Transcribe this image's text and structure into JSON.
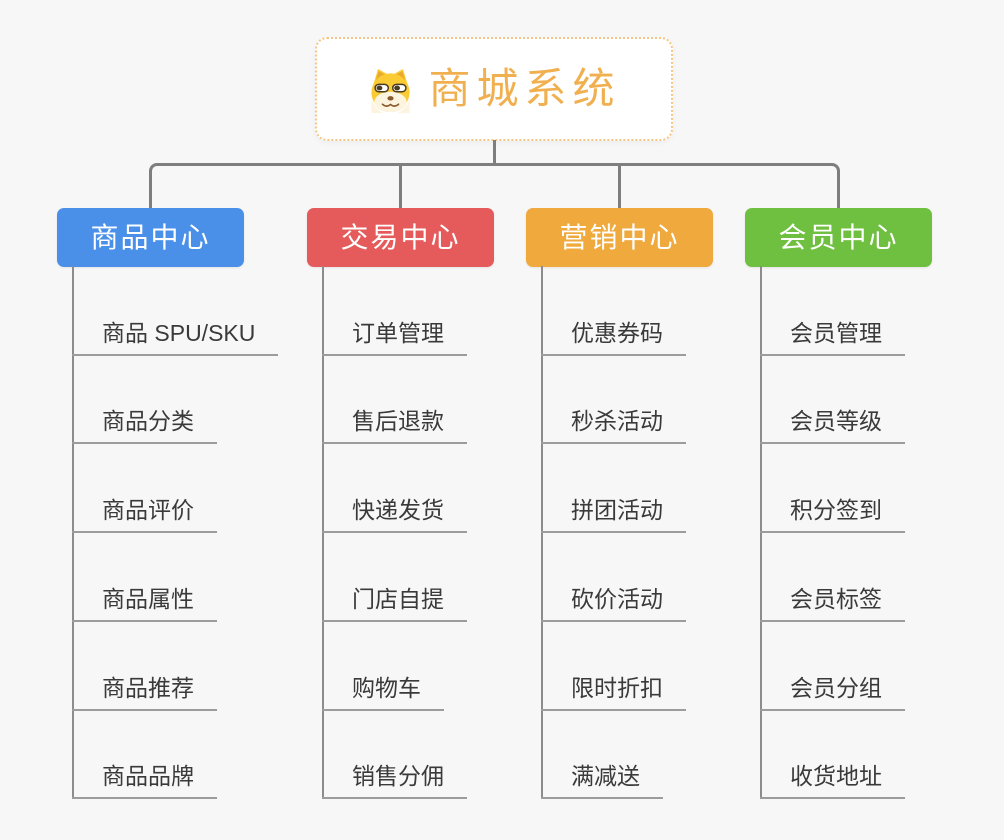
{
  "root": {
    "label": "商城系统",
    "icon": "doge-icon",
    "text_color": "#f0b050",
    "border_color": "#f6c583"
  },
  "branches": [
    {
      "label": "商品中心",
      "color": "#4a90e8",
      "children": [
        "商品 SPU/SKU",
        "商品分类",
        "商品评价",
        "商品属性",
        "商品推荐",
        "商品品牌"
      ]
    },
    {
      "label": "交易中心",
      "color": "#e55b5b",
      "children": [
        "订单管理",
        "售后退款",
        "快递发货",
        "门店自提",
        "购物车",
        "销售分佣"
      ]
    },
    {
      "label": "营销中心",
      "color": "#efa93c",
      "children": [
        "优惠券码",
        "秒杀活动",
        "拼团活动",
        "砍价活动",
        "限时折扣",
        "满减送"
      ]
    },
    {
      "label": "会员中心",
      "color": "#6fbf40",
      "children": [
        "会员管理",
        "会员等级",
        "积分签到",
        "会员标签",
        "会员分组",
        "收货地址"
      ]
    }
  ],
  "colors": {
    "background": "#f7f7f7",
    "connector": "#7e7e7e",
    "child_line": "#9c9c9c",
    "child_text": "#3a3a3a"
  }
}
